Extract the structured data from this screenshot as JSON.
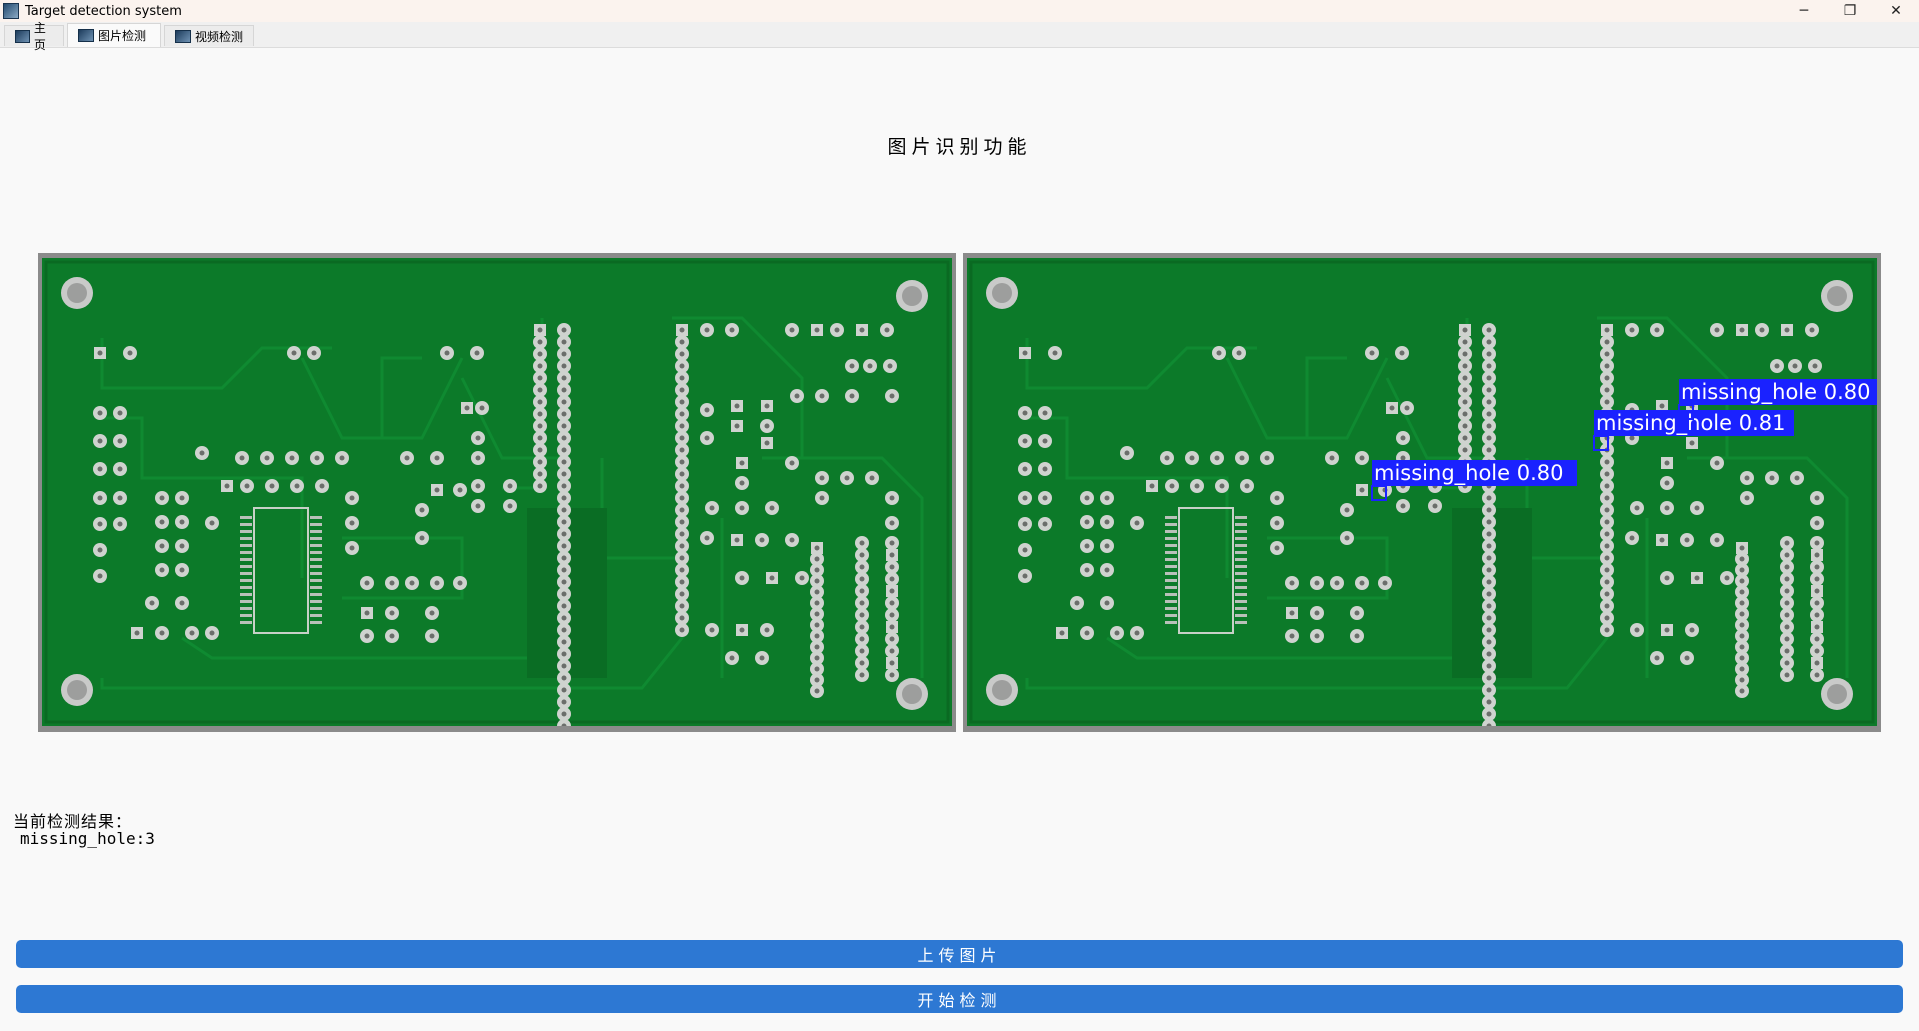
{
  "window": {
    "title": "Target detection system",
    "controls": {
      "minimize": "─",
      "restore": "❐",
      "close": "✕"
    }
  },
  "tabs": [
    {
      "label": "主页",
      "active": false
    },
    {
      "label": "图片检测",
      "active": true
    },
    {
      "label": "视频检测",
      "active": false
    }
  ],
  "main": {
    "page_title": "图片识别功能",
    "result_label": "当前检测结果：",
    "result_value": "missing_hole:3",
    "upload_button": "上传图片",
    "detect_button": "开始检测"
  },
  "detections": [
    {
      "label": "missing_hole 0.80"
    },
    {
      "label": "missing_hole 0.81"
    },
    {
      "label": "missing_hole 0.80"
    }
  ],
  "colors": {
    "button": "#2d78d3",
    "pcb_green": "#0d7a2a",
    "detection_box": "#1a22ff"
  }
}
